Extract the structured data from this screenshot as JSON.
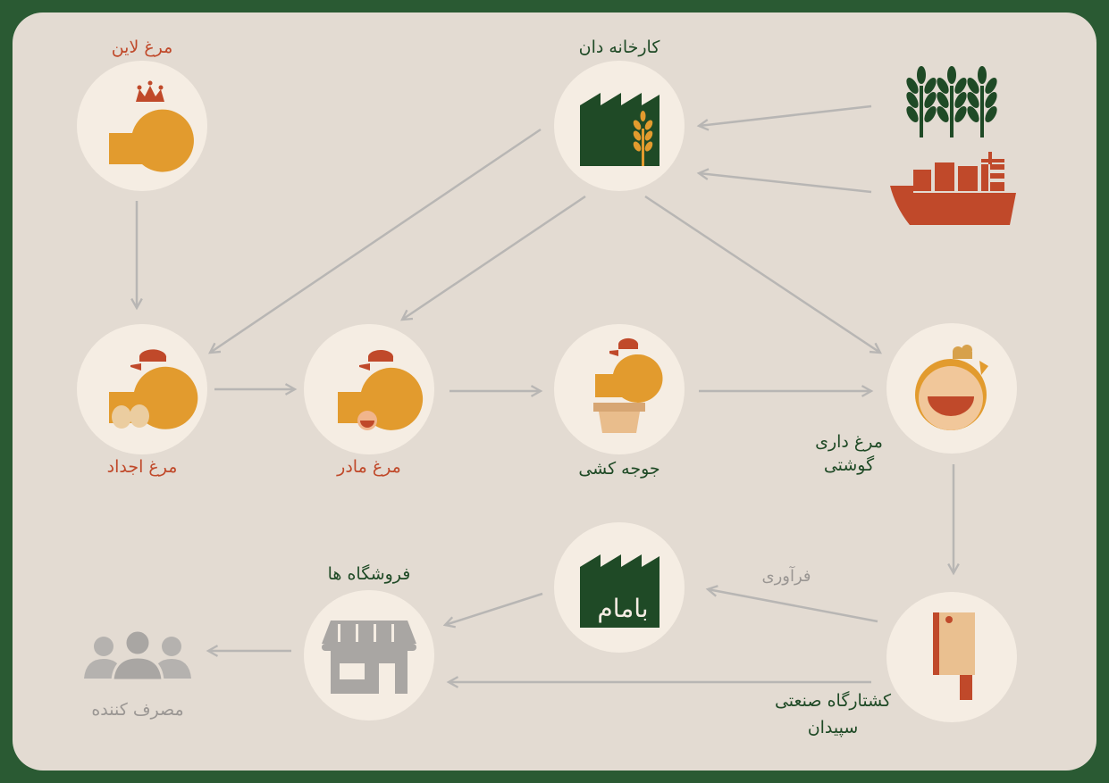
{
  "nodes": {
    "line_hen": {
      "label": "مرغ لاین"
    },
    "feed_mill": {
      "label": "کارخانه دان"
    },
    "grandparent_hen": {
      "label": "مرغ اجداد"
    },
    "parent_hen": {
      "label": "مرغ مادر"
    },
    "hatchery": {
      "label": "جوجه کشی"
    },
    "broiler_farm": {
      "label_line1": "مرغ داری",
      "label_line2": "گوشتی"
    },
    "slaughterhouse": {
      "label_line1": "کشتارگاه صنعتی",
      "label_line2": "سپیدان"
    },
    "processing": {
      "label": "فرآوری",
      "logo_text": "بامام"
    },
    "stores": {
      "label": "فروشگاه ها"
    },
    "consumer": {
      "label": "مصرف کننده"
    }
  },
  "colors": {
    "background": "#2a5a33",
    "panel": "#e3dbd2",
    "circle": "#f5ede3",
    "green": "#1f4a26",
    "red": "#c0492a",
    "orange": "#e29b2e",
    "gray": "#a9a6a3",
    "arrow": "#b8b6b4"
  },
  "icons": [
    "crown-icon",
    "hen-icon",
    "factory-wheat-icon",
    "wheat-icon",
    "ship-icon",
    "eggs-icon",
    "chick-icon",
    "basket-icon",
    "chicken-face-icon",
    "cleaver-icon",
    "factory-logo-icon",
    "store-icon",
    "people-icon"
  ]
}
